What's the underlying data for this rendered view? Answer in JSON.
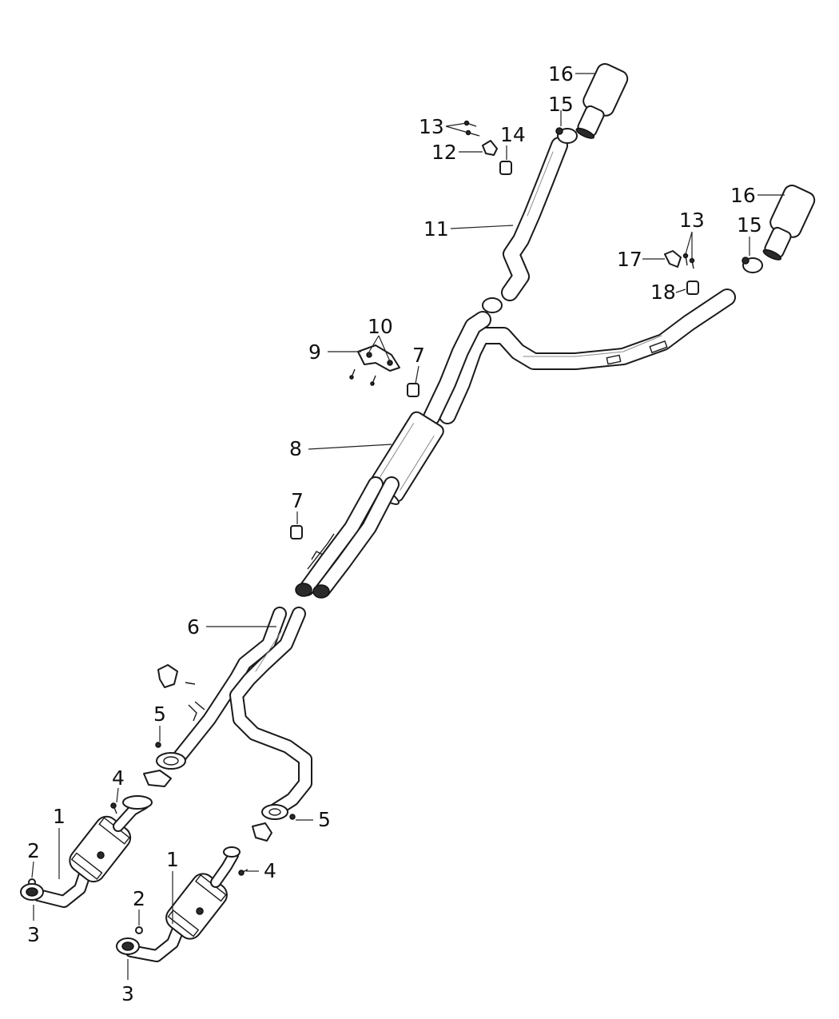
{
  "callouts": [
    {
      "id": "c16a",
      "text": "16"
    },
    {
      "id": "c15a",
      "text": "15"
    },
    {
      "id": "c13a",
      "text": "13"
    },
    {
      "id": "c14",
      "text": "14"
    },
    {
      "id": "c12",
      "text": "12"
    },
    {
      "id": "c16b",
      "text": "16"
    },
    {
      "id": "c11",
      "text": "11"
    },
    {
      "id": "c13b",
      "text": "13"
    },
    {
      "id": "c15b",
      "text": "15"
    },
    {
      "id": "c17",
      "text": "17"
    },
    {
      "id": "c18",
      "text": "18"
    },
    {
      "id": "c10",
      "text": "10"
    },
    {
      "id": "c9",
      "text": "9"
    },
    {
      "id": "c7a",
      "text": "7"
    },
    {
      "id": "c8",
      "text": "8"
    },
    {
      "id": "c7b",
      "text": "7"
    },
    {
      "id": "c6",
      "text": "6"
    },
    {
      "id": "c5a",
      "text": "5"
    },
    {
      "id": "c4a",
      "text": "4"
    },
    {
      "id": "c5b",
      "text": "5"
    },
    {
      "id": "c1a",
      "text": "1"
    },
    {
      "id": "c1b",
      "text": "1"
    },
    {
      "id": "c4b",
      "text": "4"
    },
    {
      "id": "c2a",
      "text": "2"
    },
    {
      "id": "c2b",
      "text": "2"
    },
    {
      "id": "c3a",
      "text": "3"
    },
    {
      "id": "c3b",
      "text": "3"
    }
  ]
}
